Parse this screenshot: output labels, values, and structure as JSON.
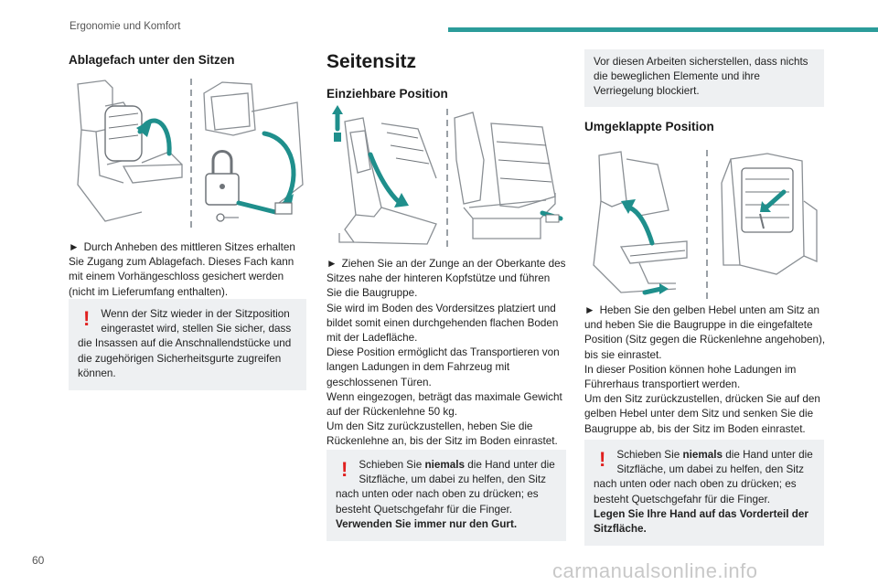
{
  "header": {
    "section_title": "Ergonomie und Komfort",
    "accent_color": "#2b9c9a"
  },
  "page_number": "60",
  "watermark": "carmanualsonline.info",
  "col1": {
    "heading": "Ablagefach unter den Sitzen",
    "paragraph": "Durch Anheben des mittleren Sitzes erhalten Sie Zugang zum Ablagefach. Dieses Fach kann mit einem Vorhängeschloss gesichert werden (nicht im Lieferumfang enthalten).",
    "bullet_glyph": "►",
    "warning": "Wenn der Sitz wieder in der Sitzposition eingerastet wird, stellen Sie sicher, dass die Insassen auf die Anschnallendstücke und die zugehörigen Sicherheitsgurte zugreifen können."
  },
  "col2": {
    "title": "Seitensitz",
    "heading": "Einziehbare Position",
    "bullet_glyph": "►",
    "lines": [
      "Ziehen Sie an der Zunge an der Oberkante des Sitzes nahe der hinteren Kopfstütze und führen Sie die Baugruppe.",
      "Sie wird im Boden des Vordersitzes platziert und bildet somit einen durchgehenden flachen Boden mit der Ladefläche.",
      "Diese Position ermöglicht das Transportieren von langen Ladungen in dem Fahrzeug mit geschlossenen Türen.",
      "Wenn eingezogen, beträgt das maximale Gewicht auf der Rückenlehne 50 kg.",
      "Um den Sitz zurückzustellen, heben Sie die Rückenlehne an, bis der Sitz im Boden einrastet."
    ],
    "warning_pre": "Schieben Sie ",
    "warning_bold": "niemals",
    "warning_post": " die Hand unter die Sitzfläche, um dabei zu helfen, den Sitz nach unten oder nach oben zu drücken; es besteht Quetschgefahr für die Finger.",
    "warning_bold_line": "Verwenden Sie immer nur den Gurt."
  },
  "col3": {
    "note_top": "Vor diesen Arbeiten sicherstellen, dass nichts die beweglichen Elemente und ihre Verriegelung blockiert.",
    "heading": "Umgeklappte Position",
    "bullet_glyph": "►",
    "lines": [
      "Heben Sie den gelben Hebel unten am Sitz an und heben Sie die Baugruppe in die eingefaltete Position (Sitz gegen die Rückenlehne angehoben), bis sie einrastet.",
      "In dieser Position können hohe Ladungen im Führerhaus transportiert werden.",
      "Um den Sitz zurückzustellen, drücken Sie auf den gelben Hebel unter dem Sitz und senken Sie die Baugruppe ab, bis der Sitz im Boden einrastet."
    ],
    "warning_pre": "Schieben Sie ",
    "warning_bold": "niemals",
    "warning_post": " die Hand unter die Sitzfläche, um dabei zu helfen, den Sitz nach unten oder nach oben zu drücken; es besteht Quetschgefahr für die Finger.",
    "warning_bold_line": "Legen Sie Ihre Hand auf das Vorderteil der Sitzfläche."
  },
  "warning_glyph": "!",
  "warning_color": "#e0201f"
}
